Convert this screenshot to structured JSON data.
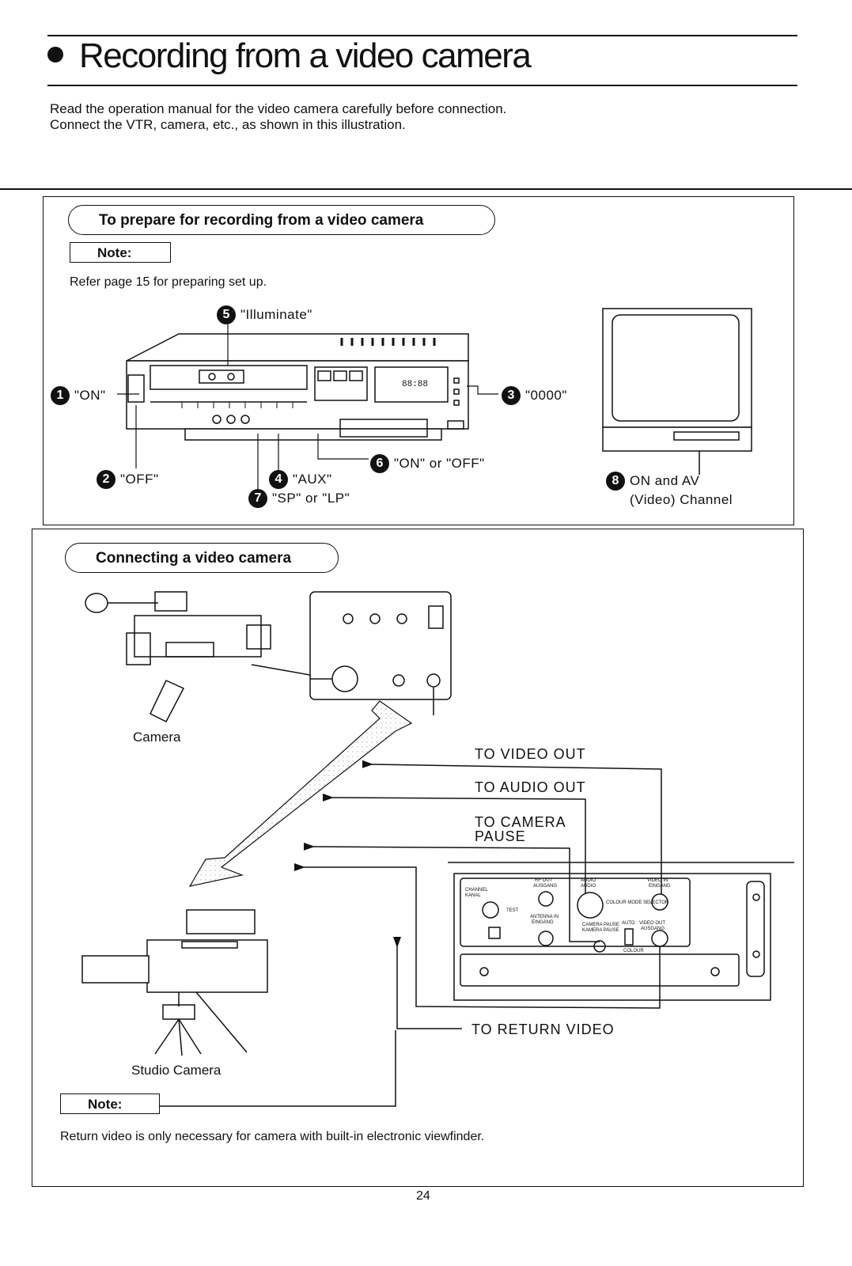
{
  "page": {
    "title": "Recording from a video camera",
    "intro_line1": "Read the operation manual for the video camera carefully before connection.",
    "intro_line2": "Connect the VTR, camera, etc., as shown in this illustration.",
    "page_number": "24"
  },
  "prepare": {
    "heading": "To prepare for recording from a video camera",
    "note_label": "Note:",
    "note_text": "Refer page 15 for preparing set up.",
    "callouts": [
      {
        "num": "1",
        "label": "\"ON\""
      },
      {
        "num": "2",
        "label": "\"OFF\""
      },
      {
        "num": "3",
        "label": "\"0000\""
      },
      {
        "num": "4",
        "label": "\"AUX\""
      },
      {
        "num": "5",
        "label": "\"Illuminate\""
      },
      {
        "num": "6",
        "label": "\"ON\" or \"OFF\""
      },
      {
        "num": "7",
        "label": "\"SP\" or \"LP\""
      },
      {
        "num": "8",
        "label": "ON and AV",
        "label2": "(Video) Channel"
      }
    ],
    "vcr_display": "88:88"
  },
  "connecting": {
    "heading": "Connecting a video camera",
    "camera_label": "Camera",
    "studio_camera_label": "Studio Camera",
    "connections": {
      "video_out": "TO VIDEO OUT",
      "audio_out": "TO AUDIO OUT",
      "camera_pause_1": "TO CAMERA",
      "camera_pause_2": "PAUSE",
      "return_video": "TO RETURN VIDEO"
    },
    "panel_labels": {
      "rf_out": "RF OUT",
      "rf_out_de": "AUSGANG",
      "audio": "AUDIO",
      "audio_de": "AUDIO",
      "video_in": "VIDEO IN",
      "video_in_de": "EINGANG",
      "channel": "CHANNEL",
      "channel_de": "KANAL",
      "test": "TEST",
      "antenna_in": "ANTENNA IN",
      "antenna_in_de": "EINGANG",
      "camera_pause": "CAMERA PAUSE",
      "camera_pause_de": "KAMERA PAUSE",
      "colour_mode": "COLOUR MODE SELECTOR",
      "video_out": "VIDEO OUT",
      "video_out_de": "AUSGANG",
      "auto": "AUTO",
      "colour": "COLOUR"
    },
    "note_label": "Note:",
    "note_text": "Return video is only necessary for camera with built-in electronic viewfinder."
  }
}
